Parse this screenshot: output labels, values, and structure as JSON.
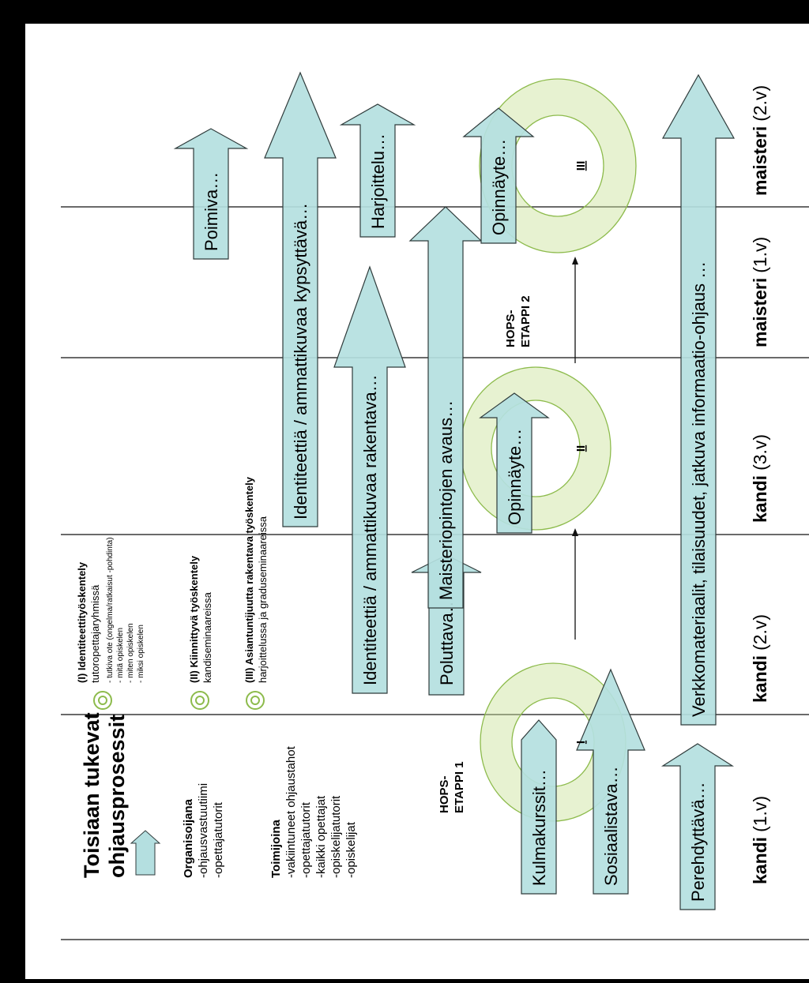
{
  "colors": {
    "background": "#000000",
    "panel": "#ffffff",
    "arrow_fill": "#b4dfe0",
    "arrow_stroke": "#2f3b3b",
    "ring_fill": "#c9e29a",
    "ring_stroke": "#8dbb4c",
    "line": "#111111",
    "text": "#000000"
  },
  "legend": {
    "title_line1": "Toisiaan tukevat",
    "title_line2": "ohjausprosessit",
    "organisers_heading": "Organisoijana",
    "organisers": [
      "-ohjausvastuutiimi",
      "-opettajatutorit"
    ],
    "actors_heading": "Toimijoina",
    "actors": [
      "-vakiintuneet ohjaustahot",
      "-opettajatutorit",
      "-kaikki opettajat",
      "-opiskelijatutorit",
      "-opiskelijat"
    ]
  },
  "work_types": [
    {
      "title": "(I) Identiteettityöskentely",
      "lines": [
        "tutoropettajaryhmissä",
        "- tutkiva ote (ongelma/ratkaisut -pohdinta)",
        "- mitä opiskelen",
        "- miten opiskelen",
        "- miksi opiskelen"
      ]
    },
    {
      "title": "(II) Kiinnittyvä työskentely",
      "lines": [
        "kandiseminaareissa"
      ]
    },
    {
      "title": "(III) Asiantuntijuutta rakentava työskentely",
      "lines": [
        "harjoittelussa ja graduseminaareissa"
      ]
    }
  ],
  "phases": [
    {
      "bold": "kandi",
      "year": "(1.v)"
    },
    {
      "bold": "kandi",
      "year": "(2.v)"
    },
    {
      "bold": "kandi",
      "year": "(3.v)"
    },
    {
      "bold": "maisteri",
      "year": "(1.v)"
    },
    {
      "bold": "maisteri",
      "year": "(2.v)"
    }
  ],
  "hops": [
    {
      "line1": "HOPS-",
      "line2": "ETAPPI 1"
    },
    {
      "line1": "HOPS-",
      "line2": "ETAPPI 2"
    }
  ],
  "rings": [
    "I",
    "II",
    "III"
  ],
  "arrows": [
    "Kulmakurssit…",
    "Sosiaalistava…",
    "Perehdyttävä…",
    "Poluttava…",
    "Identiteettiä / ammattikuvaa rakentava…",
    "Maisteriopintojen avaus…",
    "Opinnäyte…",
    "Identiteettiä / ammattikuvaa kypsyttävä…",
    "Poimiva…",
    "Harjoittelu…",
    "Opinnäyte…",
    "Verkkomateriaalit, tilaisuudet, jatkuva informaatio-ohjaus …"
  ]
}
